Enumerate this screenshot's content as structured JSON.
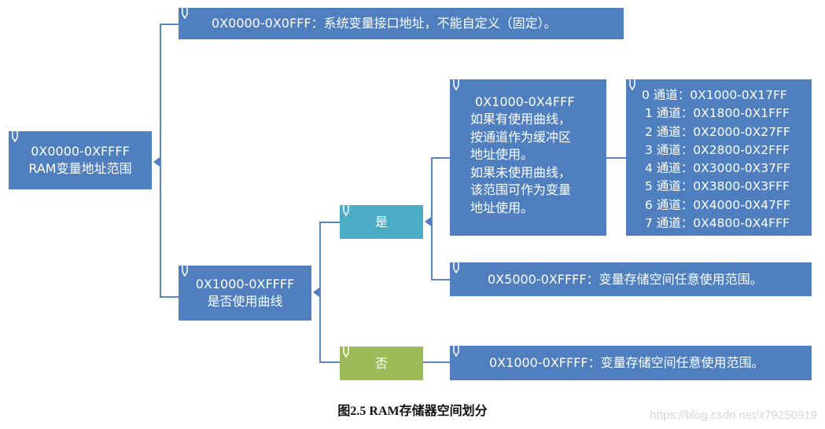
{
  "root": {
    "line1": "0X0000-0XFFFF",
    "line2": "RAM变量地址范围"
  },
  "top_box": {
    "text": "0X0000-0X0FFF：系统变量接口地址，不能自定义（固定）。"
  },
  "decision": {
    "line1": "0X1000-0XFFFF",
    "line2": "是否使用曲线"
  },
  "yes_label": "是",
  "no_label": "否",
  "curve_box": {
    "lines": [
      "0X1000-0X4FFF",
      "如果有使用曲线，",
      "按通道作为缓冲区",
      "地址使用。",
      "如果未使用曲线，",
      "该范围可作为变量",
      "地址使用。"
    ]
  },
  "channels": [
    "0 通道：0X1000-0X17FF",
    "1 通道：0X1800-0X1FFF",
    "2 通道：0X2000-0X27FF",
    "3 通道：0X2800-0X2FFF",
    "4 通道：0X3000-0X37FF",
    "5 通道：0X3800-0X3FFF",
    "6 通道：0X4000-0X47FF",
    "7 通道：0X4800-0X4FFF"
  ],
  "yes_rest_box": {
    "text": "0X5000-0XFFFF：变量存储空间任意使用范围。"
  },
  "no_box": {
    "text": "0X1000-0XFFFF：变量存储空间任意使用范围。"
  },
  "caption": "图2.5 RAM存储器空间划分",
  "watermark": "https://blog.csdn.net/x79250919",
  "colors": {
    "box_blue": "#4f7fbf",
    "yes_teal": "#4bacc6",
    "no_green": "#9bbb59",
    "connector": "#5b86bf"
  }
}
